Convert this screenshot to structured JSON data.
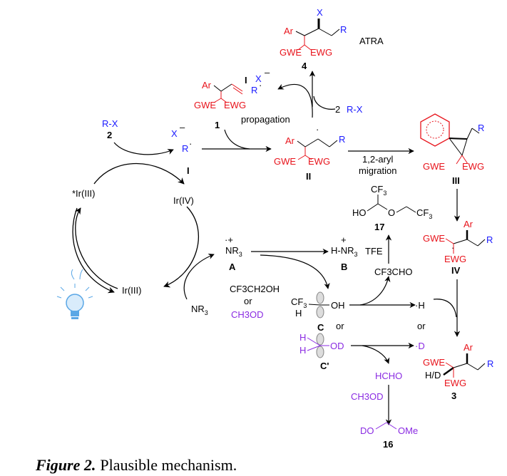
{
  "colors": {
    "red": "#e8141c",
    "blue": "#1a1aff",
    "purple": "#8a2be2",
    "black": "#000000",
    "bulb": "#5aa7e6"
  },
  "product4": {
    "x": "X",
    "ar": "Ar",
    "r": "R",
    "gwe": "GWE",
    "ewg": "EWG",
    "label": "4",
    "atra": "ATRA"
  },
  "radicalTop": {
    "x": "X",
    "charge": "–",
    "r": "R",
    "dot": "·",
    "label": "I"
  },
  "reagent2Top": {
    "num": "2",
    "rx": "R-X"
  },
  "alkene1": {
    "ar": "Ar",
    "gwe": "GWE",
    "ewg": "EWG",
    "label": "1",
    "propagation": "propagation"
  },
  "rx2Left": {
    "rx": "R-X",
    "num": "2"
  },
  "radicalI": {
    "x": "X",
    "charge": "–",
    "r": "R",
    "label": "I"
  },
  "intermediateII": {
    "ar": "Ar",
    "r": "R",
    "gwe": "GWE",
    "ewg": "EWG",
    "label": "II"
  },
  "migration": {
    "line1": "1,2-aryl",
    "line2": "migration"
  },
  "intermediateIII": {
    "r": "R",
    "gwe": "GWE",
    "ewg": "EWG",
    "label": "III"
  },
  "cycle": {
    "irIIIexc": "*Ir(III)",
    "irIV": "Ir(IV)",
    "irIII": "Ir(III)",
    "nr3": "NR",
    "nr3sub": "3"
  },
  "aminiumA": {
    "nr3": "NR",
    "sub": "3",
    "label": "A"
  },
  "protB": {
    "text": "H-NR",
    "sub": "3",
    "label": "B"
  },
  "solvents": {
    "tfe": "CF3CH2OH",
    "or": "or",
    "methanol": "CH3OD"
  },
  "radicalC": {
    "cf3": "CF",
    "h": "H",
    "oh": "OH",
    "label": "C"
  },
  "radicalCprime": {
    "h1": "H",
    "h2": "H",
    "od": "OD",
    "label": "C'"
  },
  "hydrogen": {
    "h": "H",
    "or1": "or",
    "or2": "or",
    "d": "D"
  },
  "compound17": {
    "cf3": "CF",
    "ho": "HO",
    "o": "O",
    "cf3b": "CF",
    "label": "17",
    "tfe": "TFE",
    "cf3cho": "CF3CHO"
  },
  "intermediateIV": {
    "ar": "Ar",
    "gwe": "GWE",
    "r": "R",
    "ewg": "EWG",
    "label": "IV"
  },
  "product3": {
    "ar": "Ar",
    "gwe": "GWE",
    "hd": "H/D",
    "r": "R",
    "ewg": "EWG",
    "label": "3"
  },
  "formaldehyde": {
    "hcho": "HCHO",
    "methanol": "CH3OD",
    "do": "DO",
    "ome": "OMe",
    "label": "16"
  },
  "caption": {
    "fig": "Figure 2.",
    "text": "Plausible mechanism."
  }
}
